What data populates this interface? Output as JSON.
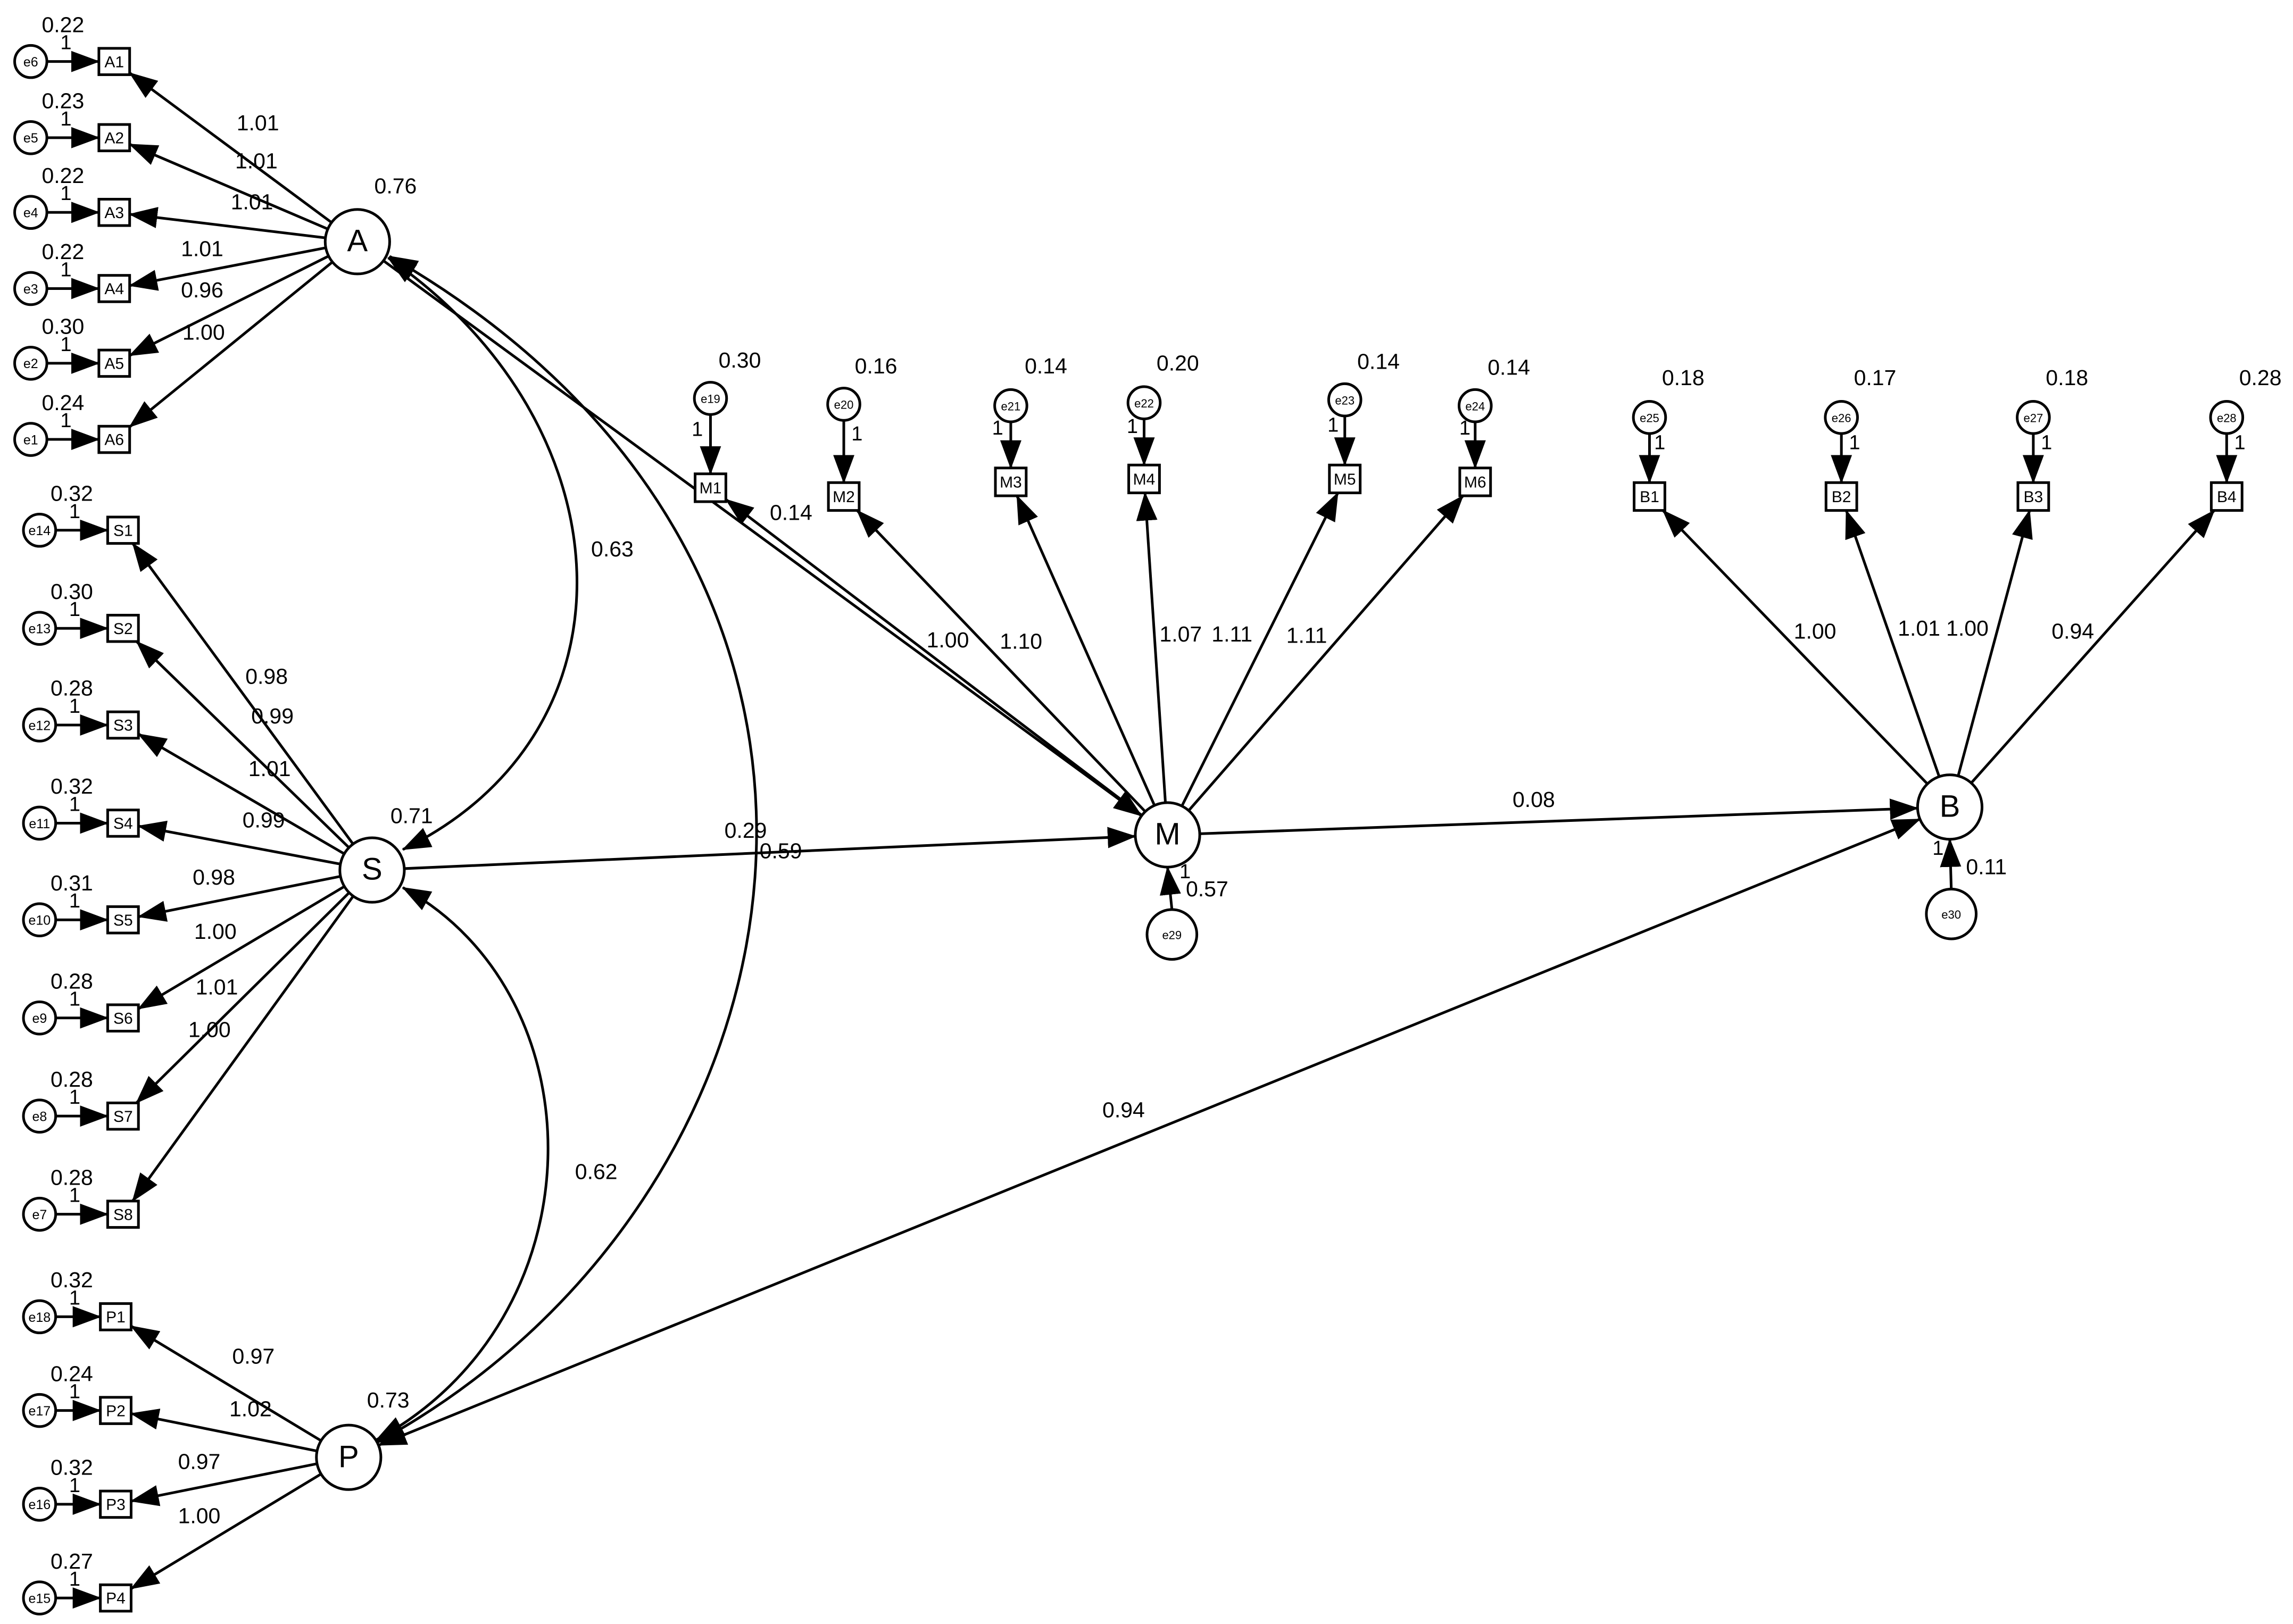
{
  "latents": [
    {
      "id": "A",
      "label": "A",
      "variance": "0.76"
    },
    {
      "id": "S",
      "label": "S",
      "variance": "0.71"
    },
    {
      "id": "P",
      "label": "P",
      "variance": "0.73"
    },
    {
      "id": "M",
      "label": "M"
    },
    {
      "id": "B",
      "label": "B"
    }
  ],
  "indicators": [
    {
      "id": "A1",
      "label": "A1",
      "error": "e6",
      "error_variance": "0.22",
      "fixed": "1",
      "loading": "1.01"
    },
    {
      "id": "A2",
      "label": "A2",
      "error": "e5",
      "error_variance": "0.23",
      "fixed": "1",
      "loading": "1.01"
    },
    {
      "id": "A3",
      "label": "A3",
      "error": "e4",
      "error_variance": "0.22",
      "fixed": "1",
      "loading": "1.01"
    },
    {
      "id": "A4",
      "label": "A4",
      "error": "e3",
      "error_variance": "0.22",
      "fixed": "1",
      "loading": "1.01"
    },
    {
      "id": "A5",
      "label": "A5",
      "error": "e2",
      "error_variance": "0.30",
      "fixed": "1",
      "loading": "0.96"
    },
    {
      "id": "A6",
      "label": "A6",
      "error": "e1",
      "error_variance": "0.24",
      "fixed": "1",
      "loading": "1.00"
    },
    {
      "id": "S1",
      "label": "S1",
      "error": "e14",
      "error_variance": "0.32",
      "fixed": "1",
      "loading": "0.98"
    },
    {
      "id": "S2",
      "label": "S2",
      "error": "e13",
      "error_variance": "0.30",
      "fixed": "1",
      "loading": "0.99"
    },
    {
      "id": "S3",
      "label": "S3",
      "error": "e12",
      "error_variance": "0.28",
      "fixed": "1",
      "loading": "1.01"
    },
    {
      "id": "S4",
      "label": "S4",
      "error": "e11",
      "error_variance": "0.32",
      "fixed": "1",
      "loading": "0.99"
    },
    {
      "id": "S5",
      "label": "S5",
      "error": "e10",
      "error_variance": "0.31",
      "fixed": "1",
      "loading": "0.98"
    },
    {
      "id": "S6",
      "label": "S6",
      "error": "e9",
      "error_variance": "0.28",
      "fixed": "1",
      "loading": "1.00"
    },
    {
      "id": "S7",
      "label": "S7",
      "error": "e8",
      "error_variance": "0.28",
      "fixed": "1",
      "loading": "1.01"
    },
    {
      "id": "S8",
      "label": "S8",
      "error": "e7",
      "error_variance": "0.28",
      "fixed": "1",
      "loading": "1.00"
    },
    {
      "id": "P1",
      "label": "P1",
      "error": "e18",
      "error_variance": "0.32",
      "fixed": "1",
      "loading": "0.97"
    },
    {
      "id": "P2",
      "label": "P2",
      "error": "e17",
      "error_variance": "0.24",
      "fixed": "1",
      "loading": "1.02"
    },
    {
      "id": "P3",
      "label": "P3",
      "error": "e16",
      "error_variance": "0.32",
      "fixed": "1",
      "loading": "0.97"
    },
    {
      "id": "P4",
      "label": "P4",
      "error": "e15",
      "error_variance": "0.27",
      "fixed": "1",
      "loading": "1.00"
    },
    {
      "id": "M1",
      "label": "M1",
      "error": "e19",
      "error_variance": "0.30",
      "fixed": "1",
      "loading": "1.00"
    },
    {
      "id": "M2",
      "label": "M2",
      "error": "e20",
      "error_variance": "0.16",
      "fixed": "1",
      "loading": "1.10"
    },
    {
      "id": "M3",
      "label": "M3",
      "error": "e21",
      "error_variance": "0.14",
      "fixed": "1",
      "loading": "1.07"
    },
    {
      "id": "M4",
      "label": "M4",
      "error": "e22",
      "error_variance": "0.20",
      "fixed": "1",
      "loading": "1.11"
    },
    {
      "id": "M5",
      "label": "M5",
      "error": "e23",
      "error_variance": "0.14",
      "fixed": "1",
      "loading": "1.11"
    },
    {
      "id": "M6",
      "label": "M6",
      "error": "e24",
      "error_variance": "0.14",
      "fixed": "1",
      "loading": ""
    },
    {
      "id": "B1",
      "label": "B1",
      "error": "e25",
      "error_variance": "0.18",
      "fixed": "1",
      "loading": "1.00"
    },
    {
      "id": "B2",
      "label": "B2",
      "error": "e26",
      "error_variance": "0.17",
      "fixed": "1",
      "loading": "1.01"
    },
    {
      "id": "B3",
      "label": "B3",
      "error": "e27",
      "error_variance": "0.18",
      "fixed": "1",
      "loading": "1.00"
    },
    {
      "id": "B4",
      "label": "B4",
      "error": "e28",
      "error_variance": "0.28",
      "fixed": "1",
      "loading": "0.94"
    }
  ],
  "disturbances": [
    {
      "id": "e29",
      "label": "e29",
      "variance": "0.57",
      "fixed": "1"
    },
    {
      "id": "e30",
      "label": "e30",
      "variance": "0.11",
      "fixed": "1"
    }
  ],
  "structural_paths": [
    {
      "id": "A-M",
      "value": "0.14"
    },
    {
      "id": "S-M",
      "value": "0.59"
    },
    {
      "id": "M-B",
      "value": "0.08"
    }
  ],
  "covariances": [
    {
      "id": "A-S",
      "value": "0.63"
    },
    {
      "id": "A-P",
      "value": "0.29"
    },
    {
      "id": "S-P",
      "value": "0.62"
    },
    {
      "id": "P-B",
      "value": "0.94"
    }
  ]
}
